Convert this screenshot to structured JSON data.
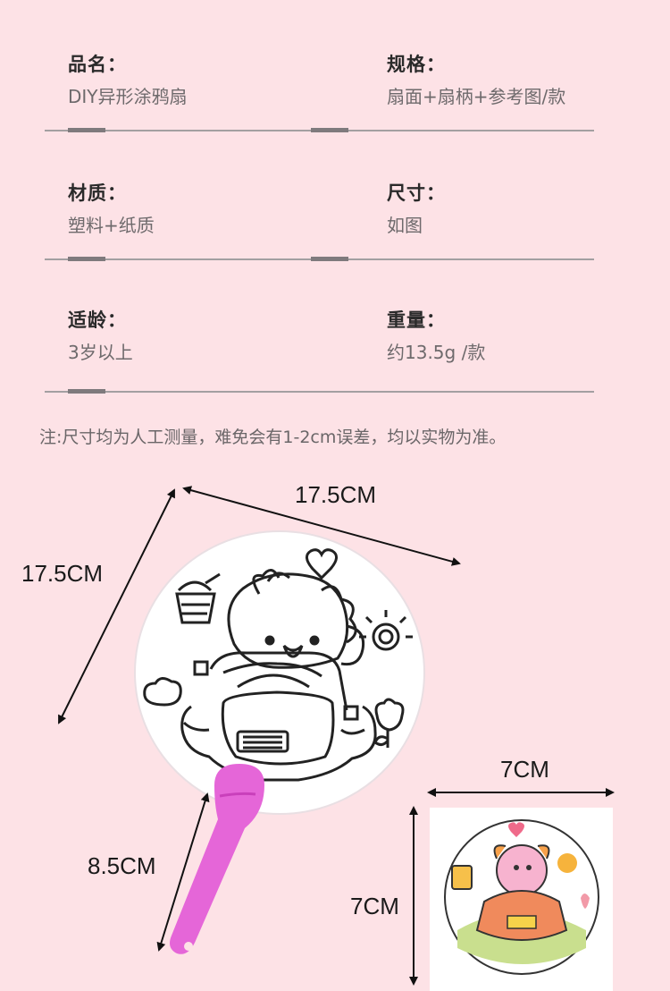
{
  "specs": [
    {
      "label": "品名：",
      "value": "DIY异形涂鸦扇"
    },
    {
      "label": "规格：",
      "value": "扇面+扇柄+参考图/款"
    },
    {
      "label": "材质：",
      "value": "塑料+纸质"
    },
    {
      "label": "尺寸：",
      "value": "如图"
    },
    {
      "label": "适龄：",
      "value": "3岁以上"
    },
    {
      "label": "重量：",
      "value": "约13.5g /款"
    }
  ],
  "note": "注:尺寸均为人工测量，难免会有1-2cm误差，均以实物为准。",
  "dimensions": {
    "fan_width": "17.5CM",
    "fan_height": "17.5CM",
    "handle_length": "8.5CM",
    "card_width": "7CM",
    "card_height": "7CM"
  },
  "colors": {
    "background": "#fde2e6",
    "handle": "#e566d8",
    "divider": "#a39fa1"
  }
}
